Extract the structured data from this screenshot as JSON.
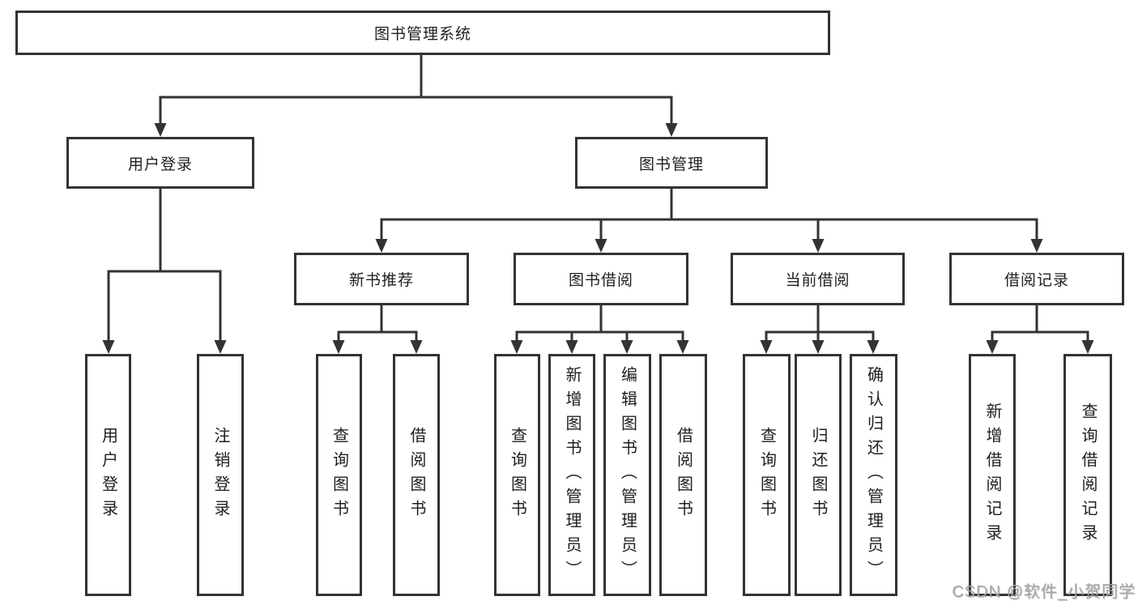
{
  "diagram_title": "图书管理系统",
  "nodes": {
    "root": {
      "label": "图书管理系统"
    },
    "user_login": {
      "label": "用户登录"
    },
    "book_mgmt": {
      "label": "图书管理"
    },
    "new_book_rec": {
      "label": "新书推荐"
    },
    "book_borrow": {
      "label": "图书借阅"
    },
    "current_borrow": {
      "label": "当前借阅"
    },
    "borrow_record": {
      "label": "借阅记录"
    },
    "leaf_user_login": {
      "label": "用户登录"
    },
    "leaf_logout": {
      "label": "注销登录"
    },
    "leaf_newbook_query": {
      "label": "查询图书"
    },
    "leaf_newbook_borrow": {
      "label": "借阅图书"
    },
    "leaf_borrow_query": {
      "label": "查询图书"
    },
    "leaf_borrow_add": {
      "label": "新增图书（管理员）"
    },
    "leaf_borrow_edit": {
      "label": "编辑图书（管理员）"
    },
    "leaf_borrow_borrow": {
      "label": "借阅图书"
    },
    "leaf_current_query": {
      "label": "查询图书"
    },
    "leaf_current_return": {
      "label": "归还图书"
    },
    "leaf_current_confirm": {
      "label": "确认归还（管理员）"
    },
    "leaf_record_add": {
      "label": "新增借阅记录"
    },
    "leaf_record_query": {
      "label": "查询借阅记录"
    }
  },
  "watermark": "CSDN @软件_小贺同学",
  "colors": {
    "line": "#333333",
    "text": "#1f1f1f",
    "watermark": "#a6a6ad",
    "background": "#ffffff"
  }
}
